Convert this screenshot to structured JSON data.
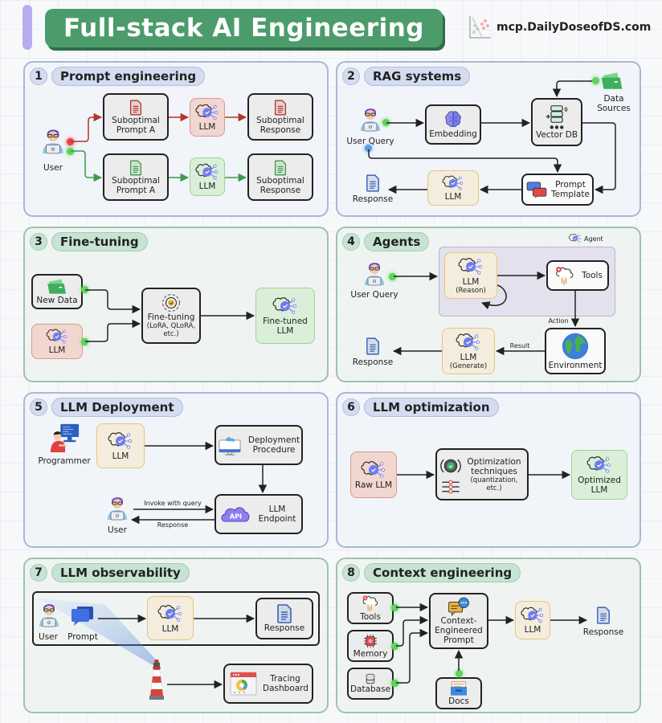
{
  "header": {
    "title": "Full-stack AI Engineering",
    "brand": "mcp.DailyDoseofDS.com"
  },
  "colors": {
    "title_bg": "#4b9c6a",
    "accent_bar": "#b7aef0",
    "blue_panel_border": "#a9b8d4",
    "green_panel_border": "#9cc3b0",
    "llm_red": "#f2d6d0",
    "llm_green": "#d9efd8",
    "llm_yellow": "#f4eddd",
    "arrow_red": "#b2352c",
    "arrow_green": "#3e9a4c"
  },
  "sections": [
    {
      "number": "1",
      "title": "Prompt engineering",
      "nodes": {
        "user": "User",
        "prompt_a_top": "Suboptimal Prompt A",
        "llm_top": "LLM",
        "response_top": "Suboptimal Response",
        "prompt_a_bottom": "Suboptimal Prompt A",
        "llm_bottom": "LLM",
        "response_bottom": "Suboptimal Response"
      }
    },
    {
      "number": "2",
      "title": "RAG systems",
      "nodes": {
        "user_query": "User Query",
        "embedding": "Embedding",
        "vector_db": "Vector DB",
        "data_sources": "Data Sources",
        "prompt_template": "Prompt Template",
        "llm": "LLM",
        "response": "Response"
      }
    },
    {
      "number": "3",
      "title": "Fine-tuning",
      "nodes": {
        "new_data": "New Data",
        "llm": "LLM",
        "fine_tuning": "Fine-tuning",
        "fine_tuning_sub": "(LoRA, QLoRA, etc.)",
        "fine_tuned_llm": "Fine-tuned LLM"
      }
    },
    {
      "number": "4",
      "title": "Agents",
      "nodes": {
        "agent_legend": "Agent",
        "user_query": "User Query",
        "llm_reason": "LLM",
        "llm_reason_sub": "(Reason)",
        "tools": "Tools",
        "action": "Action",
        "environment": "Environment",
        "result": "Result",
        "llm_generate": "LLM",
        "llm_generate_sub": "(Generate)",
        "response": "Response"
      }
    },
    {
      "number": "5",
      "title": "LLM Deployment",
      "nodes": {
        "programmer": "Programmer",
        "llm": "LLM",
        "deployment": "Deployment Procedure",
        "endpoint": "LLM Endpoint",
        "api": "API",
        "user": "User",
        "invoke": "Invoke with query",
        "response": "Response"
      }
    },
    {
      "number": "6",
      "title": "LLM optimization",
      "nodes": {
        "raw_llm": "Raw LLM",
        "optimization": "Optimization techniques",
        "optimization_sub": "(quantization, etc.)",
        "optimized_llm": "Optimized LLM"
      }
    },
    {
      "number": "7",
      "title": "LLM observability",
      "nodes": {
        "user": "User",
        "prompt": "Prompt",
        "llm": "LLM",
        "response": "Response",
        "tracing": "Tracing Dashboard"
      }
    },
    {
      "number": "8",
      "title": "Context engineering",
      "nodes": {
        "tools": "Tools",
        "memory": "Memory",
        "database": "Database",
        "docs": "Docs",
        "context_prompt": "Context-Engineered Prompt",
        "llm": "LLM",
        "response": "Response"
      }
    }
  ]
}
